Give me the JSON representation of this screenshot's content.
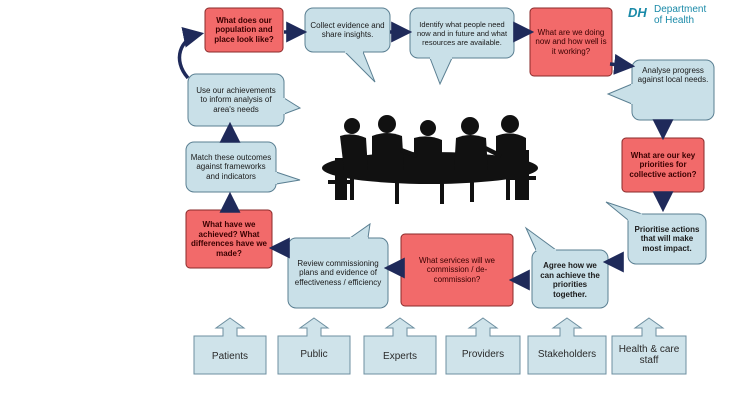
{
  "logo": {
    "mark": "DH",
    "name_line1": "Department",
    "name_line2": "of Health"
  },
  "nodes": [
    {
      "id": "n1",
      "text": "What does our population and place look like?"
    },
    {
      "id": "n2",
      "text": "Collect evidence and share insights."
    },
    {
      "id": "n3",
      "text": "Identify what people need now and in future and what resources are available."
    },
    {
      "id": "n4",
      "text": "What are we doing now and how well is it working?"
    },
    {
      "id": "n5",
      "text": "Analyse progress against local needs."
    },
    {
      "id": "n6",
      "text": "What are our key priorities for collective action?"
    },
    {
      "id": "n7",
      "text": "Prioritise actions that will make most impact."
    },
    {
      "id": "n8",
      "text": "Agree how we can achieve the priorities together."
    },
    {
      "id": "n9",
      "text": "What services will we commission / de-commission?"
    },
    {
      "id": "n10",
      "text": "Review commissioning plans and evidence of effectiveness / efficiency"
    },
    {
      "id": "n11",
      "text": "What have we achieved? What differences have we made?"
    },
    {
      "id": "n12",
      "text": "Match these outcomes against frameworks and indicators"
    },
    {
      "id": "n13",
      "text": "Use our achievements to inform analysis of area's needs"
    }
  ],
  "stakeholders": [
    {
      "label": "Patients"
    },
    {
      "label": "Public"
    },
    {
      "label": "Experts"
    },
    {
      "label": "Providers"
    },
    {
      "label": "Stakeholders"
    },
    {
      "label": "Health & care staff"
    }
  ],
  "colors": {
    "red_fill": "#f26a6a",
    "red_stroke": "#8a2a2a",
    "blue_fill": "#c9e0e8",
    "blue_stroke": "#5a7f92",
    "arrow": "#1f2a5a",
    "stake_fill": "#cfe3ea",
    "stake_stroke": "#6d8fa0",
    "silhouette": "#111111"
  },
  "icons": {
    "center_image": "meeting-silhouette-icon",
    "arrow": "flow-arrow-icon"
  }
}
